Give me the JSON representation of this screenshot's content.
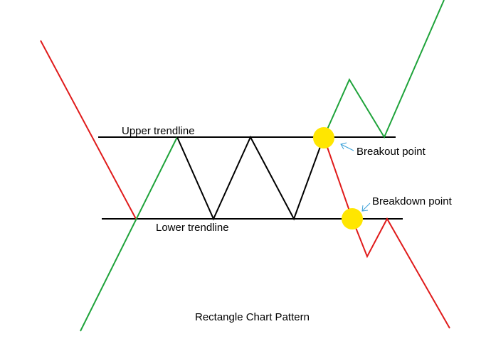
{
  "labels": {
    "upper_trendline": "Upper trendline",
    "lower_trendline": "Lower trendline",
    "breakout_point": "Breakout point",
    "breakdown_point": "Breakdown point",
    "caption": "Rectangle Chart Pattern"
  },
  "colors": {
    "trendline": "#000000",
    "bullish_path": "#1ea33a",
    "bearish_path": "#e01b1b",
    "consolidation": "#000000",
    "marker": "#ffe600",
    "arrow": "#3aa0d8"
  }
}
